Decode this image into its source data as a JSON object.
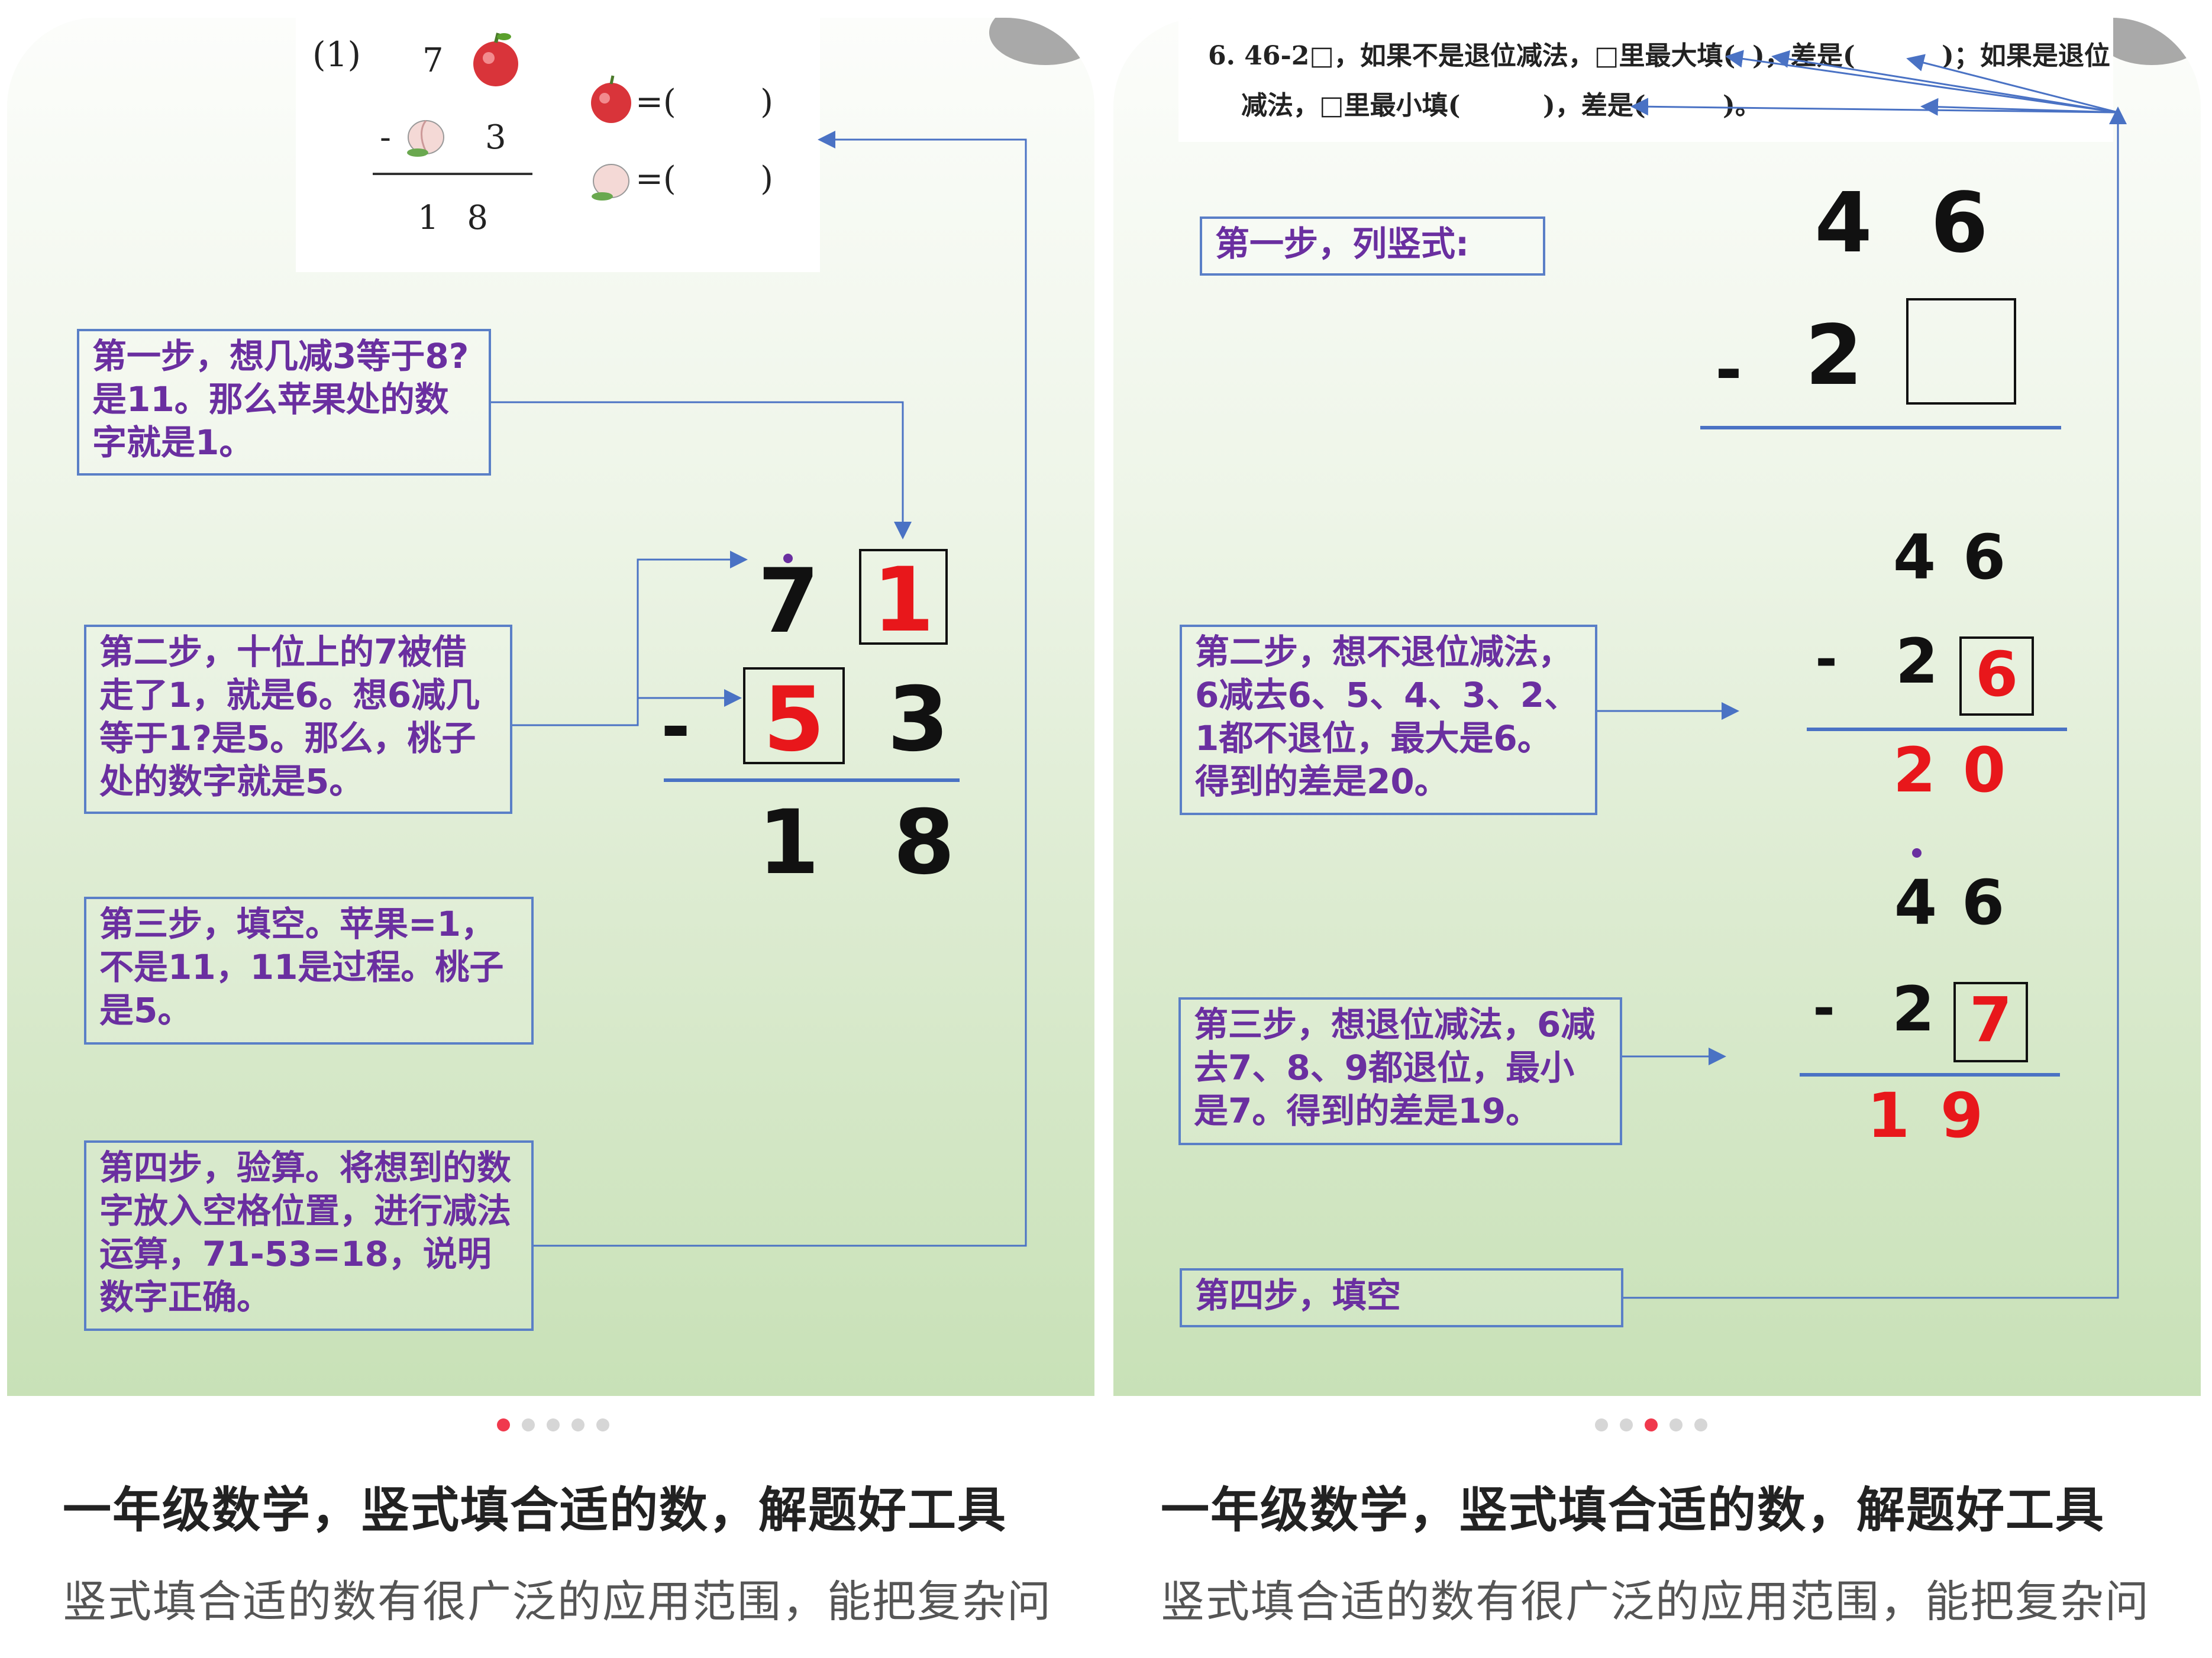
{
  "left_card": {
    "problem": {
      "label": "(1)",
      "top_number": "7",
      "minus_sign": "-",
      "second_number": "3",
      "result": "1 8",
      "apple_answer": "=(        )",
      "peach_answer": "=(        )"
    },
    "steps": [
      "第一步，想几减3等于8?是11。那么苹果处的数字就是1。",
      "第二步，十位上的7被借走了1，就是6。想6减几等于1?是5。那么，桃子处的数字就是5。",
      "第三步，填空。苹果=1，不是11，11是过程。桃子是5。",
      "第四步，验算。将想到的数字放入空格位置，进行减法运算，71-53=18，说明数字正确。"
    ],
    "calc": {
      "top_tens": "7",
      "top_ones": "1",
      "minus": "-",
      "mid_tens": "5",
      "mid_ones": "3",
      "res_tens": "1",
      "res_ones": "8"
    },
    "pager_active": 0
  },
  "right_card": {
    "problem": {
      "line1": "6. 46-2□，如果不是退位减法，□里最大填(",
      "line1_b": ")，差是(",
      "line1_c": ")；如果是退位",
      "line2": "减法，□里最小填(",
      "line2_b": ")，差是(",
      "line2_c": ")。"
    },
    "steps": [
      "第一步，列竖式:",
      "第二步，想不退位减法，6减去6、5、4、3、2、1都不退位，最大是6。得到的差是20。",
      "第三步，想退位减法，6减去7、8、9都退位，最小是7。得到的差是19。",
      "第四步，填空"
    ],
    "calc1": {
      "top": "4 6",
      "top_tens": "4",
      "top_ones": "6",
      "minus": "-",
      "mid_tens": "2"
    },
    "calc2": {
      "top_tens": "4",
      "top_ones": "6",
      "minus": "-",
      "mid_tens": "2",
      "mid_ones": "6",
      "res_tens": "2",
      "res_ones": "0"
    },
    "calc3": {
      "top_tens": "4",
      "top_ones": "6",
      "minus": "-",
      "mid_tens": "2",
      "mid_ones": "7",
      "res_tens": "1",
      "res_ones": "9"
    },
    "pager_active": 2
  },
  "feed": {
    "title": "一年级数学，竖式填合适的数，解题好工具",
    "description": "竖式填合适的数有很广泛的应用范围，能把复杂问"
  },
  "colors": {
    "purple_text": "#6a2fa0",
    "box_border": "#5a7fc7",
    "red_digit": "#e8171b",
    "pager_active": "#f0394d"
  }
}
